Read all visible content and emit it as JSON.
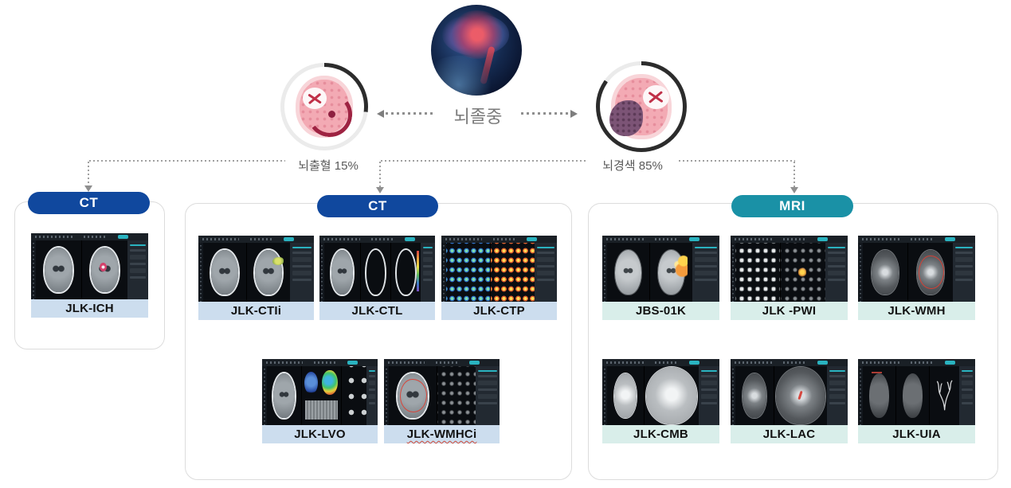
{
  "root": {
    "label": "뇌졸중"
  },
  "branches": [
    {
      "label": "뇌출혈 15%",
      "percent": 15
    },
    {
      "label": "뇌경색 85%",
      "percent": 85
    }
  ],
  "panels": [
    {
      "id": "ct-hemorrhage",
      "badge": "CT"
    },
    {
      "id": "ct-infarction",
      "badge": "CT"
    },
    {
      "id": "mri-infarction",
      "badge": "MRI"
    }
  ],
  "colors": {
    "ct_badge": "#10489e",
    "mri_badge": "#1a91a6",
    "ct_label_bg": "#ccddee",
    "mri_label_bg": "#d9eeea",
    "viewer_accent_teal": "#2ab3c0"
  },
  "products": [
    {
      "label": "JLK-ICH",
      "modality": "CT",
      "shot": {
        "side": 20,
        "panes": [
          {
            "type": "ct"
          },
          {
            "type": "ct",
            "overlays": [
              "red-dot"
            ]
          }
        ]
      }
    },
    {
      "label": "JLK-CTIi",
      "modality": "CT",
      "shot": {
        "side": 24,
        "panes": [
          {
            "type": "ct"
          },
          {
            "type": "ct",
            "overlays": [
              "green-patch"
            ]
          }
        ]
      }
    },
    {
      "label": "JLK-CTL",
      "modality": "CT",
      "shot": {
        "side": 12,
        "panes": [
          {
            "type": "ct",
            "flex": 1.15
          },
          {
            "type": "seg",
            "flex": 0.95
          },
          {
            "type": "seg",
            "flex": 0.95,
            "overlays": [
              "cbar"
            ]
          }
        ]
      }
    },
    {
      "label": "JLK-CTP",
      "modality": "CT",
      "shot": {
        "side": 22,
        "panes": [
          {
            "type": "grid-cool"
          },
          {
            "type": "grid-warm"
          }
        ]
      }
    },
    {
      "label": "JLK-LVO",
      "modality": "CT",
      "shot": {
        "side": 8,
        "panes": [
          {
            "type": "ct",
            "flex": 1.1
          },
          {
            "type": "lvo",
            "flex": 1.25
          },
          {
            "type": "grid-gray",
            "flex": 0.8
          }
        ]
      }
    },
    {
      "label": "JLK-WMHCi",
      "modality": "CT",
      "spellcheck_underline": true,
      "shot": {
        "side": 24,
        "panes": [
          {
            "type": "ct",
            "flex": 1.25,
            "overlays": [
              "red-outline"
            ]
          },
          {
            "type": "grid-dim"
          }
        ]
      }
    },
    {
      "label": "JBS-01K",
      "modality": "MRI",
      "shot": {
        "side": 28,
        "panes": [
          {
            "type": "mri"
          },
          {
            "type": "mri",
            "overlays": [
              "yellow-patch"
            ]
          }
        ]
      }
    },
    {
      "label": "JLK -PWI",
      "modality": "MRI",
      "shot": {
        "side": 22,
        "panes": [
          {
            "type": "grid-bright"
          },
          {
            "type": "grid-dim",
            "overlays": [
              "yellow-small"
            ]
          }
        ]
      }
    },
    {
      "label": "JLK-WMH",
      "modality": "MRI",
      "shot": {
        "side": 22,
        "panes": [
          {
            "type": "flair"
          },
          {
            "type": "flair",
            "overlays": [
              "red-outline"
            ]
          }
        ]
      }
    },
    {
      "label": "JLK-CMB",
      "modality": "MRI",
      "shot": {
        "side": 20,
        "panes": [
          {
            "type": "t2",
            "flex": 0.9
          },
          {
            "type": "t2",
            "zoom": true,
            "flex": 1.35
          }
        ]
      }
    },
    {
      "label": "JLK-LAC",
      "modality": "MRI",
      "shot": {
        "side": 20,
        "panes": [
          {
            "type": "flair",
            "flex": 0.95
          },
          {
            "type": "flair",
            "zoom": true,
            "flex": 1.3,
            "overlays": [
              "red-mark"
            ]
          }
        ]
      }
    },
    {
      "label": "JLK-UIA",
      "modality": "MRI",
      "shot": {
        "side": 14,
        "panes": [
          {
            "type": "mra",
            "overlays": [
              "red-anno"
            ]
          },
          {
            "type": "mra"
          },
          {
            "type": "mip",
            "flex": 0.9
          }
        ]
      }
    }
  ]
}
